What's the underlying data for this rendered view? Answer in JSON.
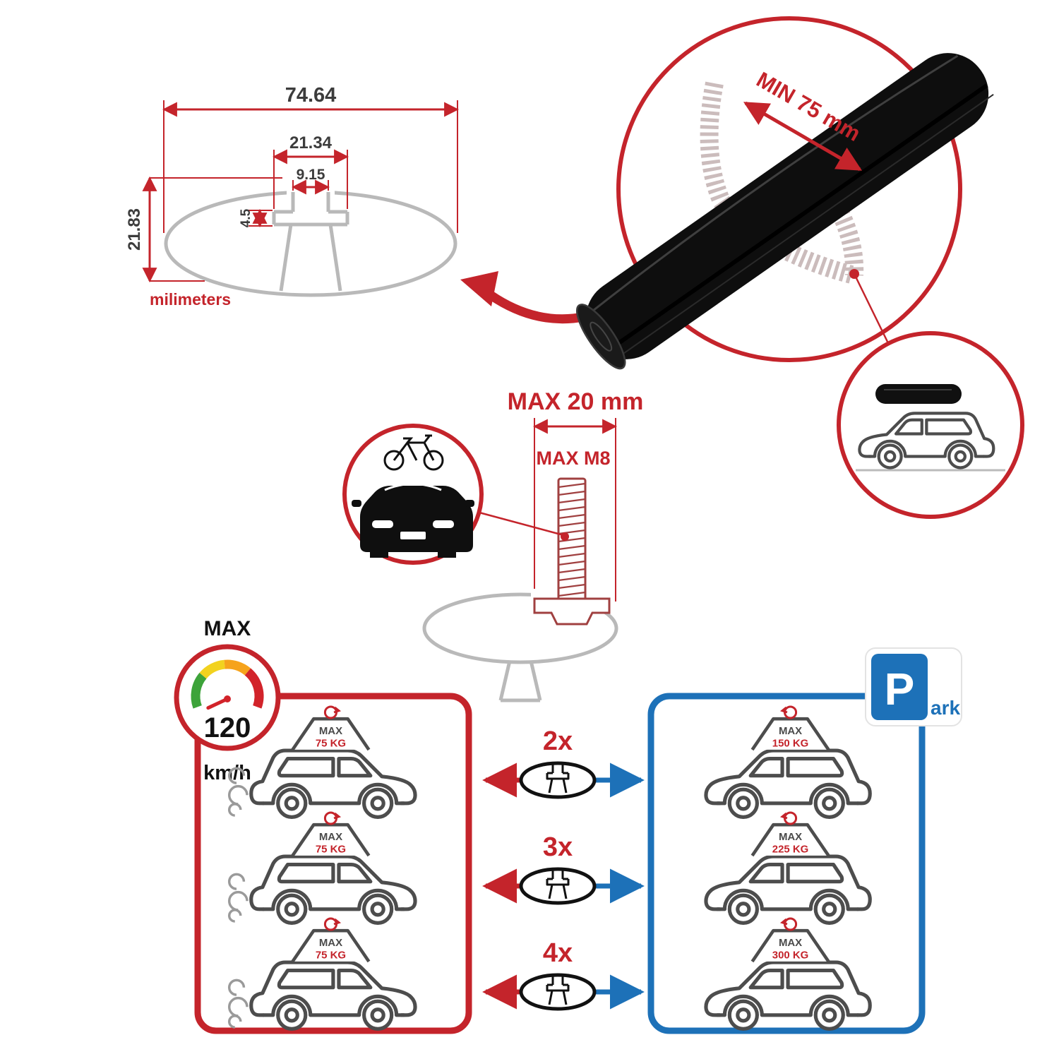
{
  "colors": {
    "red": "#c4242b",
    "blue": "#1d71b8",
    "gray": "#b9b9b9",
    "dark": "#111111"
  },
  "profile_drawing": {
    "total_width": "74.64",
    "channel_width": "21.34",
    "slot_width": "9.15",
    "lip_height": "4.5",
    "total_height": "21.83",
    "units_label": "milimeters"
  },
  "bar_detail": {
    "min_span_label": "MIN 75 mm"
  },
  "bolt_diagram": {
    "max_width_label": "MAX 20 mm",
    "max_bolt_label": "MAX M8"
  },
  "speed_limit": {
    "label": "MAX",
    "value": "120",
    "units": "km/h"
  },
  "driving_panel": {
    "cars": [
      {
        "max_label": "MAX",
        "weight": "75 KG"
      },
      {
        "max_label": "MAX",
        "weight": "75 KG"
      },
      {
        "max_label": "MAX",
        "weight": "75 KG"
      }
    ]
  },
  "crossbar_options": [
    {
      "qty": "2x"
    },
    {
      "qty": "3x"
    },
    {
      "qty": "4x"
    }
  ],
  "parking_panel": {
    "sign_letter": "P",
    "sign_suffix": "ark",
    "cars": [
      {
        "max_label": "MAX",
        "weight": "150 KG"
      },
      {
        "max_label": "MAX",
        "weight": "225 KG"
      },
      {
        "max_label": "MAX",
        "weight": "300 KG"
      }
    ]
  }
}
